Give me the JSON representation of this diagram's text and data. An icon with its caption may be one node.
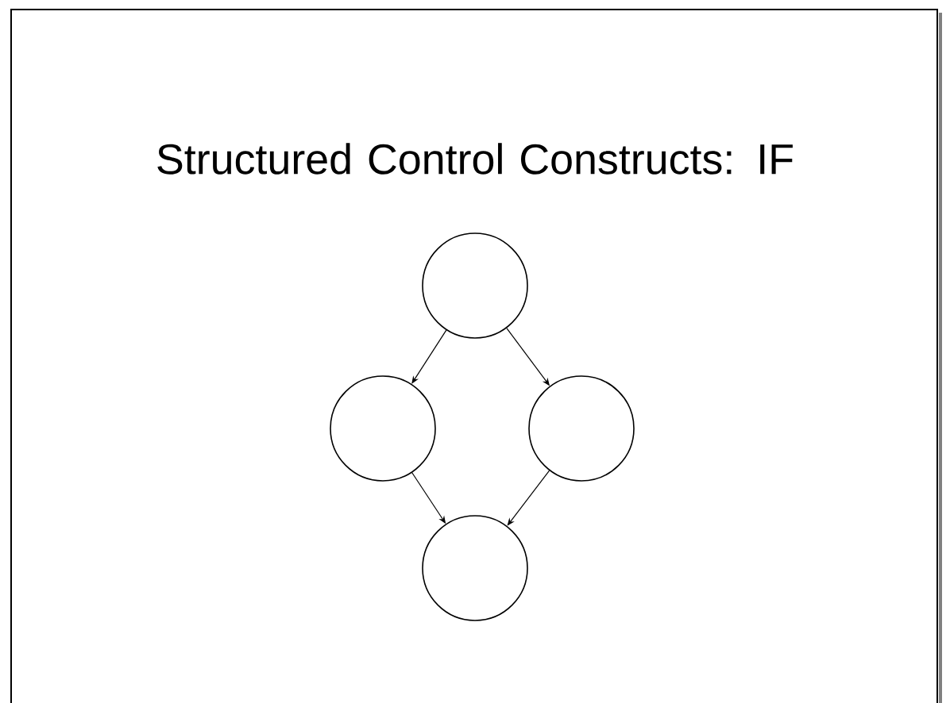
{
  "diagram": {
    "title": "Structured Control Constructs: IF",
    "nodes": [
      {
        "text": [],
        "shape": "circle"
      },
      {
        "text": [],
        "shape": "circle"
      },
      {
        "text": [],
        "shape": "circle"
      },
      {
        "text": [],
        "shape": "circle"
      }
    ],
    "edges": [
      {
        "from": 0,
        "to": 1,
        "arrow": "to"
      },
      {
        "from": 0,
        "to": 2,
        "arrow": "to"
      },
      {
        "from": 1,
        "to": 3,
        "arrow": "to"
      },
      {
        "from": 2,
        "to": 3,
        "arrow": "to"
      }
    ]
  }
}
